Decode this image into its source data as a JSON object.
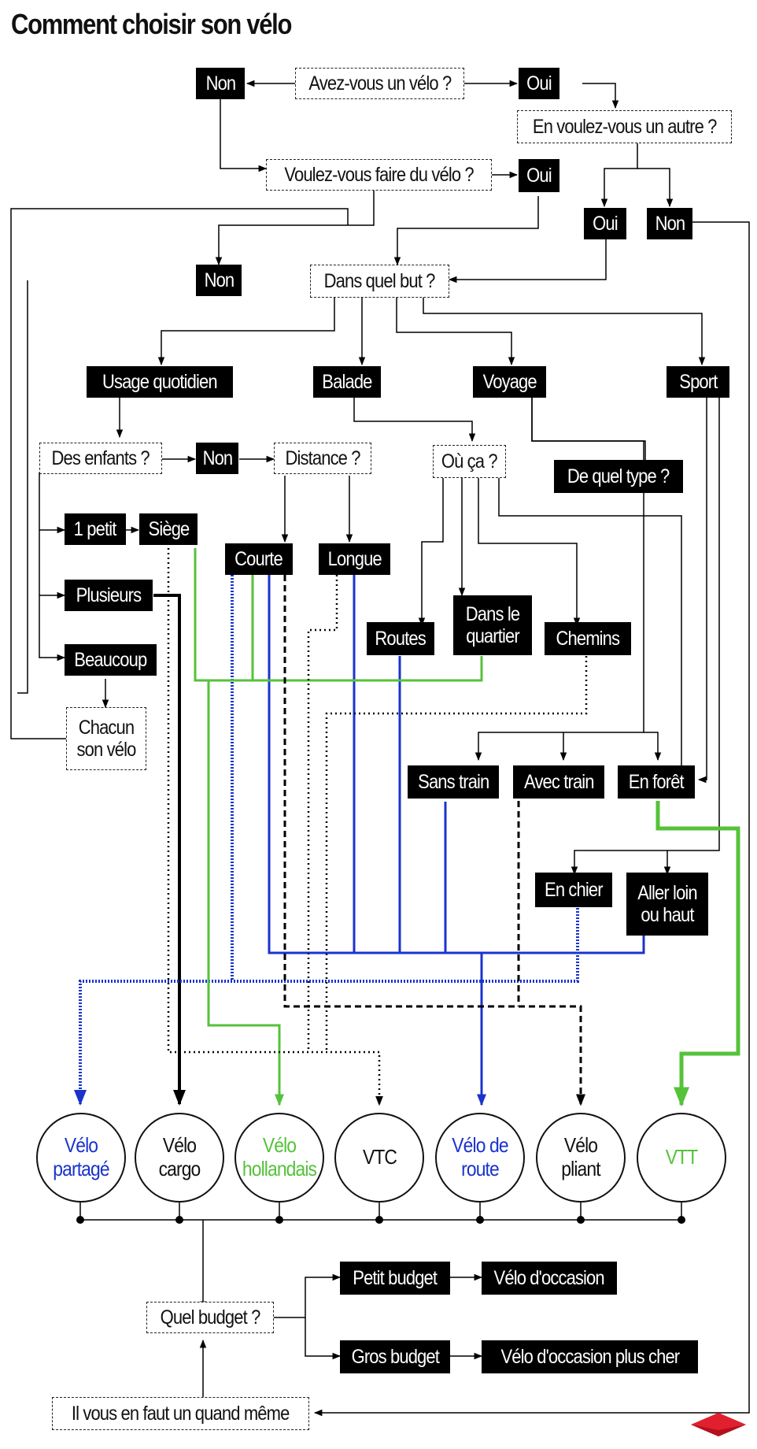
{
  "title": "Comment choisir son vélo",
  "colors": {
    "blue": "#1a33cc",
    "green": "#55c23a",
    "black": "#000000"
  },
  "questions": {
    "have_bike": "Avez-vous un vélo ?",
    "want_another": "En voulez-vous un autre ?",
    "want_ride": "Voulez-vous faire du vélo ?",
    "purpose": "Dans quel but ?",
    "children": "Des enfants ?",
    "distance": "Distance ?",
    "where": "Où ça ?",
    "what_type": "De quel type ?",
    "budget": "Quel budget ?"
  },
  "answers": {
    "non_1": "Non",
    "oui_1": "Oui",
    "oui_2": "Oui",
    "oui_3": "Oui",
    "non_3": "Non",
    "non_2": "Non",
    "daily": "Usage quotidien",
    "ride": "Balade",
    "travel": "Voyage",
    "sport": "Sport",
    "non_4": "Non",
    "one_small": "1 petit",
    "seat": "Siège",
    "several": "Plusieurs",
    "many": "Beaucoup",
    "each_own": "Chacun son vélo",
    "short": "Courte",
    "long": "Longue",
    "roads": "Routes",
    "neighborhood": "Dans le quartier",
    "paths": "Chemins",
    "no_train": "Sans train",
    "with_train": "Avec train",
    "forest": "En forêt",
    "downhill": "En chier",
    "far_high": "Aller loin ou haut",
    "small_budget": "Petit budget",
    "used_bike": "Vélo d'occasion",
    "big_budget": "Gros budget",
    "used_bike_pricier": "Vélo d'occasion plus cher",
    "need_one": "Il vous en faut un quand même"
  },
  "bikes": {
    "shared": "Vélo partagé",
    "cargo": "Vélo cargo",
    "dutch": "Vélo hollandais",
    "vtc": "VTC",
    "road": "Vélo de route",
    "folding": "Vélo pliant",
    "vtt": "VTT"
  }
}
